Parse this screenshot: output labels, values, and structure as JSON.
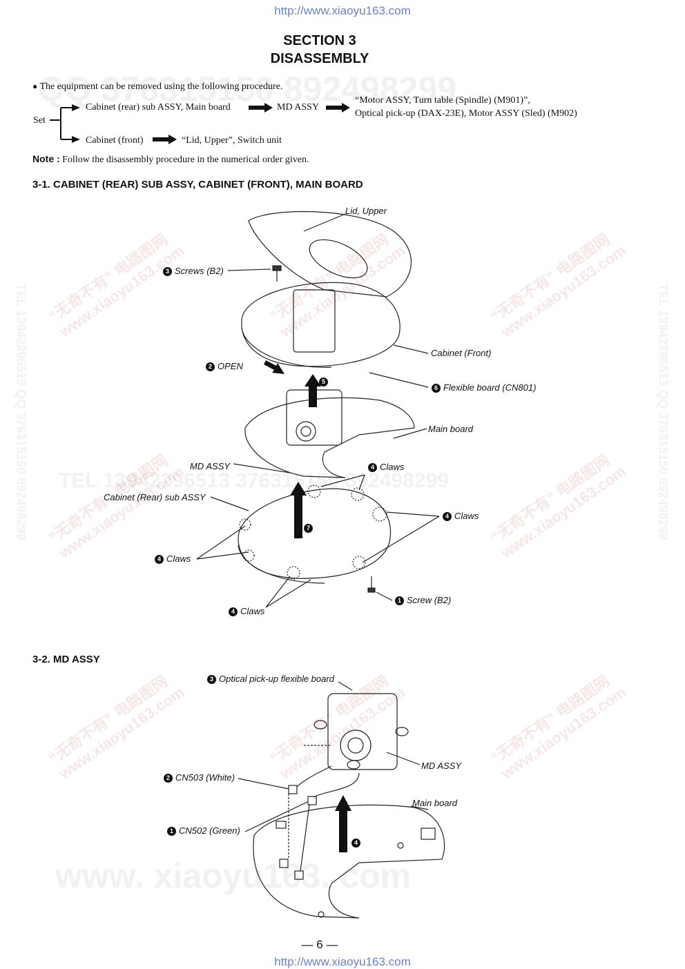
{
  "header": {
    "url": "http://www.xiaoyu163.com"
  },
  "section": {
    "number": "SECTION 3",
    "title": "DISASSEMBLY"
  },
  "intro": "The equipment can be removed using the following procedure.",
  "flow": {
    "set": "Set",
    "rear": "Cabinet (rear) sub ASSY, Main board",
    "md": "MD ASSY",
    "motor_line1": "“Motor ASSY, Turn table (Spindle) (M901)”,",
    "motor_line2": "Optical pick-up (DAX-23E), Motor ASSY (Sled) (M902)",
    "front": "Cabinet (front)",
    "lid": "“Lid, Upper”, Switch unit"
  },
  "note": {
    "label": "Note :",
    "text": "Follow the disassembly procedure in the numerical order given."
  },
  "s31": {
    "title": "3-1. CABINET (REAR) SUB ASSY, CABINET (FRONT), MAIN BOARD",
    "labels": {
      "lid_upper": "Lid, Upper",
      "screws_b2": "Screws (B2)",
      "cabinet_front": "Cabinet (Front)",
      "open": "OPEN",
      "flexible": "Flexible board (CN801)",
      "main_board": "Main board",
      "md_assy": "MD ASSY",
      "claws": "Claws",
      "cabinet_rear": "Cabinet (Rear) sub ASSY",
      "screw_b2": "Screw (B2)"
    },
    "steps": {
      "s1": "1",
      "s2": "2",
      "s3": "3",
      "s4": "4",
      "s5": "5",
      "s6": "6",
      "s7": "7"
    }
  },
  "s32": {
    "title": "3-2. MD ASSY",
    "labels": {
      "optical": "Optical pick-up flexible board",
      "md_assy": "MD ASSY",
      "cn503": "CN503 (White)",
      "main_board": "Main board",
      "cn502": "CN502 (Green)"
    }
  },
  "page_number": "— 6 —",
  "footer": {
    "url": "http://www.xiaoyu163.com"
  },
  "watermarks": {
    "bigphone": "QQ 376315150  892498299",
    "tel": "TEL 13942296513  376315150  892498299",
    "site": "www. xiaoyu163. com",
    "cn": "“无奇不有” 电路图网",
    "cn_url": "www.xiaoyu163.com",
    "vertical": "TEL 13942296513  QQ 376315150  892498299"
  }
}
